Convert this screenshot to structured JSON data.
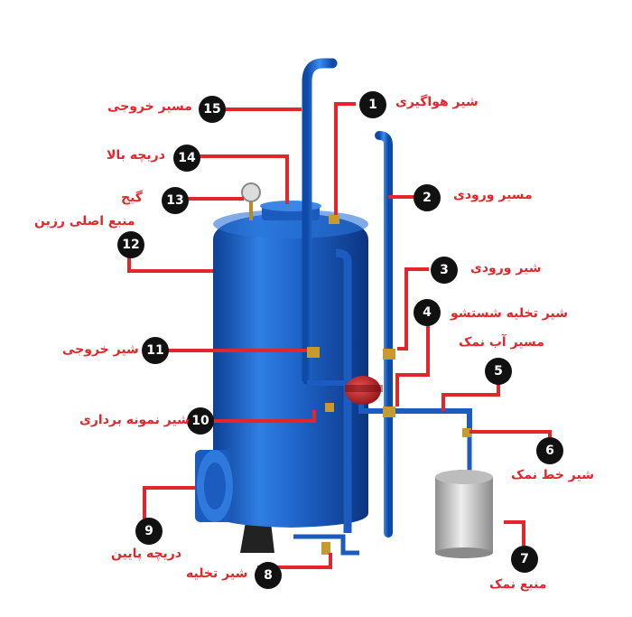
{
  "colors": {
    "leader_line": "#e3262c",
    "label_text": "#e3262c",
    "tank_blue": "#1e63c8",
    "badge_bg": "#111111"
  },
  "callouts": [
    {
      "num": "1",
      "text": "شیر هواگیری"
    },
    {
      "num": "2",
      "text": "مسیر  ورودی"
    },
    {
      "num": "3",
      "text": "شیر  ورودی"
    },
    {
      "num": "4",
      "text": "شیر  تخلیه شستشو"
    },
    {
      "num": "5",
      "text": "مسیر آب نمک"
    },
    {
      "num": "6",
      "text": "شیر خط نمک"
    },
    {
      "num": "7",
      "text": "منبع نمک"
    },
    {
      "num": "8",
      "text": "شیر تخلیه"
    },
    {
      "num": "9",
      "text": "دریچه پایین"
    },
    {
      "num": "10",
      "text": "شیر نمونه برداری"
    },
    {
      "num": "11",
      "text": "شیر خروجی"
    },
    {
      "num": "12",
      "text": "منبع اصلی رزین"
    },
    {
      "num": "13",
      "text": "گیج"
    },
    {
      "num": "14",
      "text": "دریچه بالا"
    },
    {
      "num": "15",
      "text": "مسیر خروجی"
    }
  ]
}
